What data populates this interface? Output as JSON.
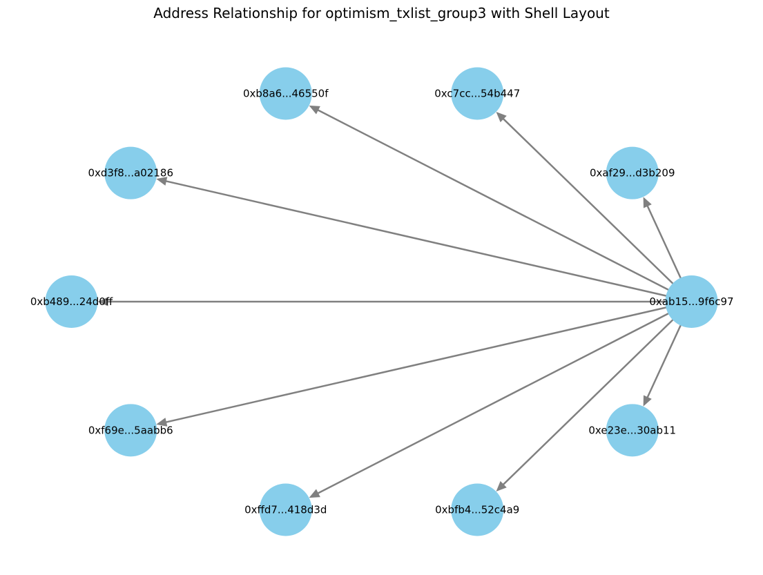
{
  "title": "Address Relationship for optimism_txlist_group3 with Shell Layout",
  "colors": {
    "node_fill": "#87CEEB",
    "edge": "#808080",
    "label": "#000000",
    "background": "#ffffff"
  },
  "graph": {
    "layout": "shell",
    "directed": true,
    "nodes": [
      {
        "id": "0xab15...9f6c97"
      },
      {
        "id": "0xaf29...d3b209"
      },
      {
        "id": "0xc7cc...54b447"
      },
      {
        "id": "0xb8a6...46550f"
      },
      {
        "id": "0xd3f8...a02186"
      },
      {
        "id": "0xb489...24d0ff"
      },
      {
        "id": "0xf69e...5aabb6"
      },
      {
        "id": "0xffd7...418d3d"
      },
      {
        "id": "0xbfb4...52c4a9"
      },
      {
        "id": "0xe23e...30ab11"
      }
    ],
    "edges": [
      {
        "source": "0xab15...9f6c97",
        "target": "0xaf29...d3b209"
      },
      {
        "source": "0xab15...9f6c97",
        "target": "0xc7cc...54b447"
      },
      {
        "source": "0xab15...9f6c97",
        "target": "0xb8a6...46550f"
      },
      {
        "source": "0xab15...9f6c97",
        "target": "0xd3f8...a02186"
      },
      {
        "source": "0xab15...9f6c97",
        "target": "0xb489...24d0ff"
      },
      {
        "source": "0xab15...9f6c97",
        "target": "0xf69e...5aabb6"
      },
      {
        "source": "0xab15...9f6c97",
        "target": "0xffd7...418d3d"
      },
      {
        "source": "0xab15...9f6c97",
        "target": "0xbfb4...52c4a9"
      },
      {
        "source": "0xab15...9f6c97",
        "target": "0xe23e...30ab11"
      }
    ]
  }
}
